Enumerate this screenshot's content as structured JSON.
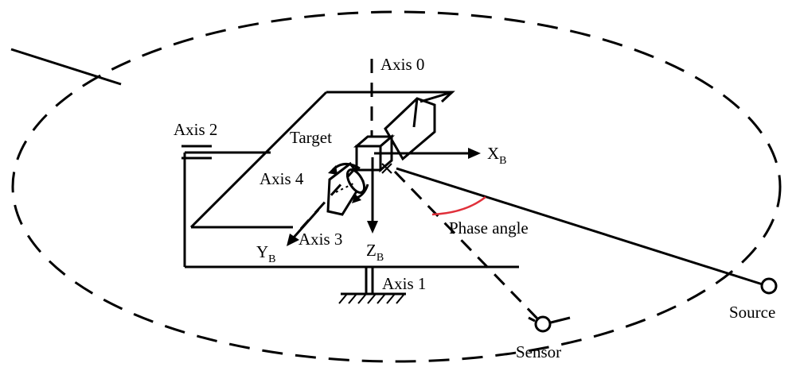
{
  "labels": {
    "axis0": "Axis 0",
    "axis1": "Axis 1",
    "axis2": "Axis 2",
    "axis3": "Axis 3",
    "axis4": "Axis 4",
    "target": "Target",
    "xb_main": "X",
    "xb_sub": "B",
    "yb_main": "Y",
    "yb_sub": "B",
    "zb_main": "Z",
    "zb_sub": "B",
    "phase_angle": "Phase angle",
    "source": "Source",
    "sensor": "Sensor"
  },
  "colors": {
    "line": "#000000",
    "phase_arc": "#e0303a",
    "background": "#ffffff"
  }
}
